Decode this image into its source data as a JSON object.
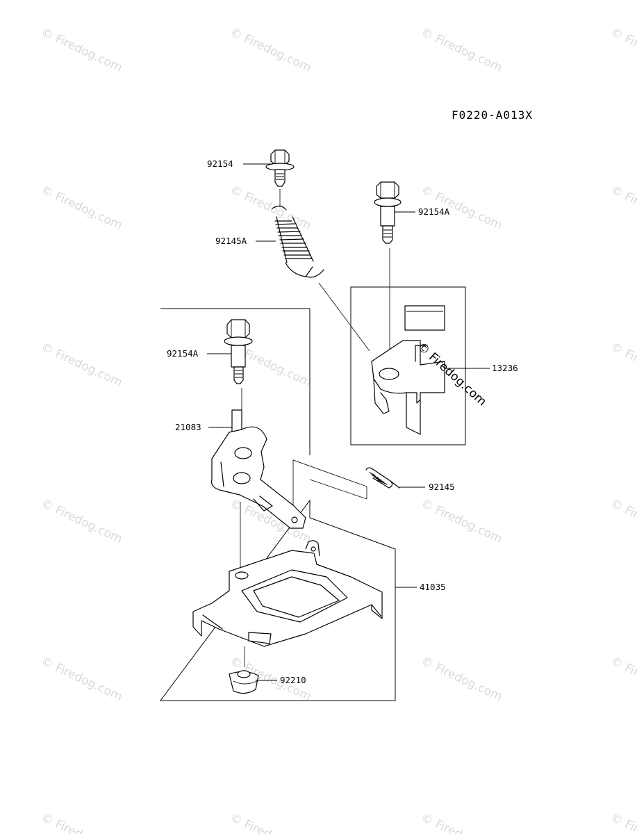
{
  "diagram": {
    "figure_code": "F0220-A013X",
    "watermark_text": "© Firedog.com",
    "callouts": {
      "bolt_top": "92154",
      "spring_top": "92145A",
      "bolt_right": "92154A",
      "bracket_right": "13236",
      "bolt_left": "92154A",
      "lever": "21083",
      "spring_small": "92145",
      "plate": "41035",
      "nut": "92210"
    }
  }
}
